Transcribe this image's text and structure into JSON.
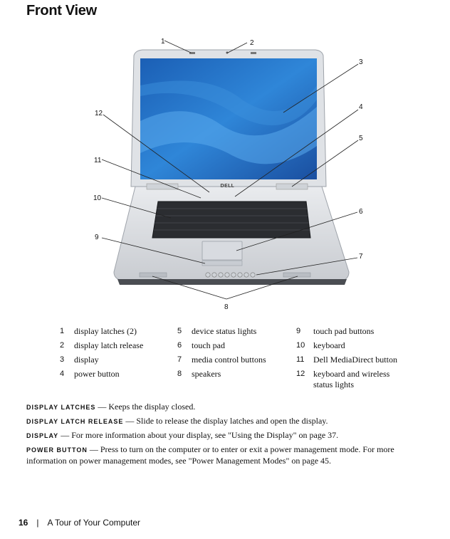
{
  "page_title": "Front View",
  "callouts": [
    "1",
    "2",
    "3",
    "4",
    "5",
    "6",
    "7",
    "8",
    "9",
    "10",
    "11",
    "12"
  ],
  "legend": [
    {
      "num": "1",
      "label": "display latches (2)"
    },
    {
      "num": "2",
      "label": "display latch release"
    },
    {
      "num": "3",
      "label": "display"
    },
    {
      "num": "4",
      "label": "power button"
    },
    {
      "num": "5",
      "label": "device status lights"
    },
    {
      "num": "6",
      "label": "touch pad"
    },
    {
      "num": "7",
      "label": "media control buttons"
    },
    {
      "num": "8",
      "label": "speakers"
    },
    {
      "num": "9",
      "label": "touch pad buttons"
    },
    {
      "num": "10",
      "label": "keyboard"
    },
    {
      "num": "11",
      "label": "Dell MediaDirect button"
    },
    {
      "num": "12",
      "label": "keyboard and wireless",
      "label2": "status lights"
    }
  ],
  "descriptions": [
    {
      "term": "DISPLAY LATCHES",
      "dash": " — ",
      "text": "Keeps the display closed."
    },
    {
      "term": "DISPLAY LATCH RELEASE",
      "dash": " — ",
      "text": "Slide to release the display latches and open the display."
    },
    {
      "term": "DISPLAY",
      "dash": " — ",
      "text": "For more information about your display, see \"Using the Display\" on page 37."
    },
    {
      "term": "POWER BUTTON",
      "dash": " — ",
      "text": "Press to turn on the computer or to enter or exit a power management mode. For more information on power management modes, see \"Power Management Modes\" on page 45."
    }
  ],
  "logo_text": "DELL",
  "footer": {
    "page_number": "16",
    "separator": "|",
    "section": "A Tour of Your Computer"
  }
}
